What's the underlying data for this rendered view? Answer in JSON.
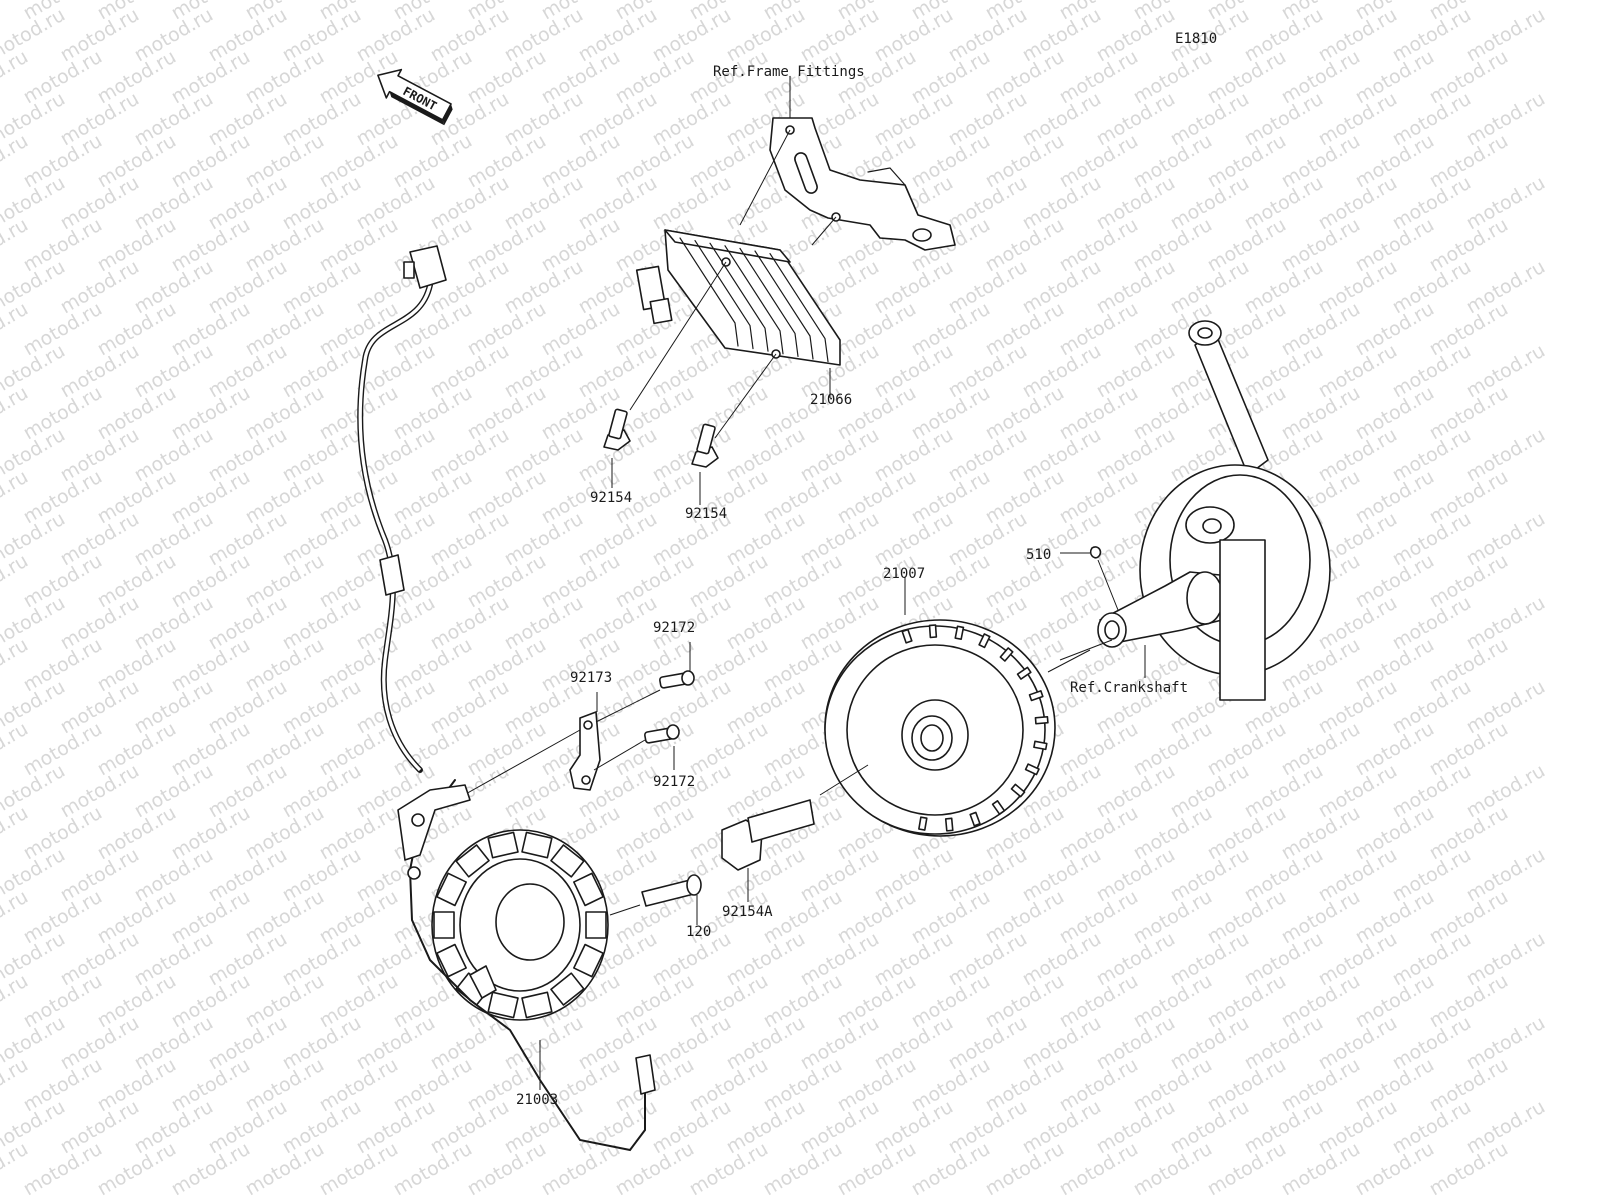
{
  "diagram_code": "E1810",
  "watermark": "motod.ru",
  "front_arrow": "FRONT",
  "ref_labels": {
    "frame_fittings": "Ref.Frame Fittings",
    "crankshaft": "Ref.Crankshaft"
  },
  "parts": {
    "regulator": "21066",
    "bolt_left": "92154",
    "bolt_right": "92154",
    "flywheel": "21007",
    "key": "510",
    "screw_upper": "92172",
    "clamp": "92173",
    "screw_lower": "92172",
    "stator_bolt": "120",
    "flywheel_bolt": "92154A",
    "stator": "21003"
  }
}
